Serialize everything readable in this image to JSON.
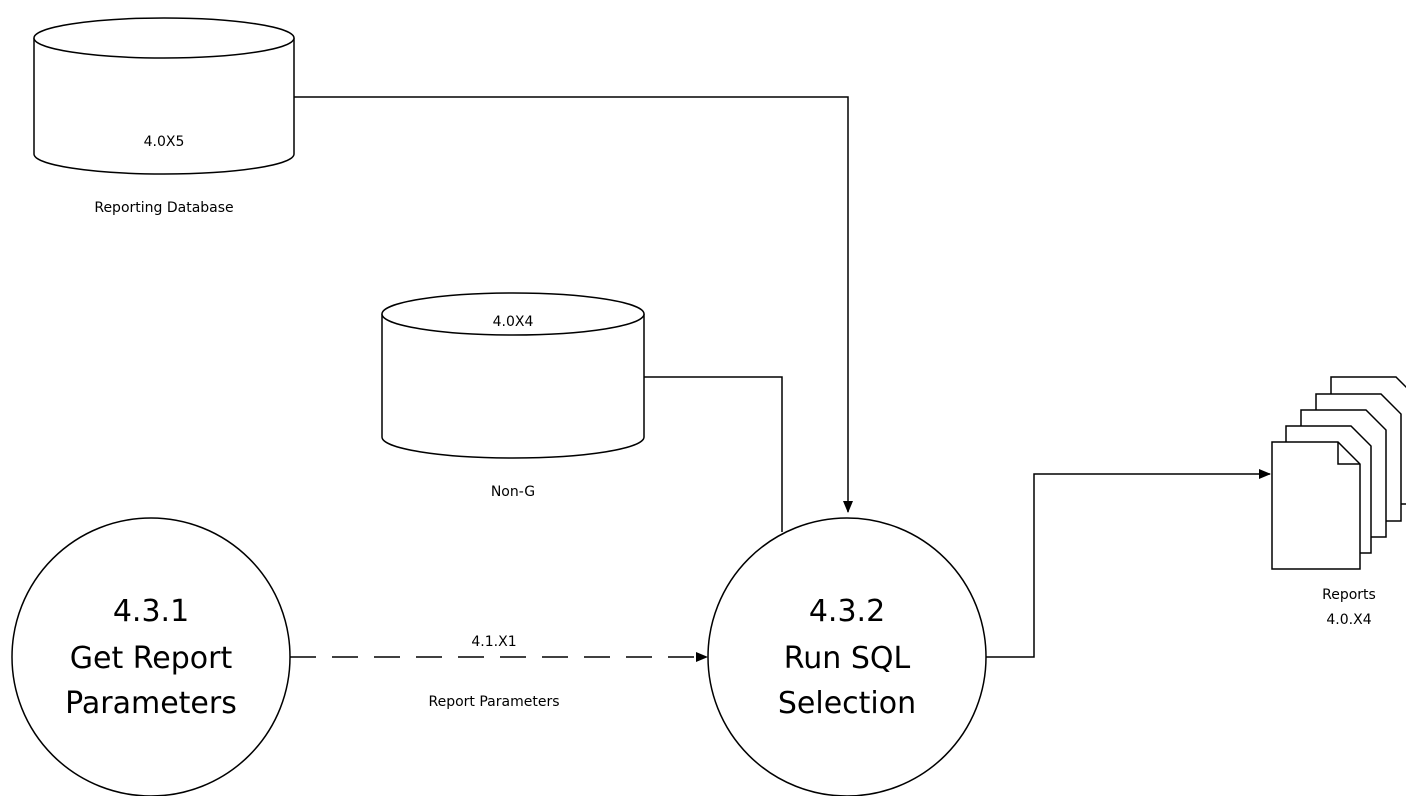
{
  "stores": {
    "reporting_db": {
      "id": "4.0X5",
      "name": "Reporting Database"
    },
    "non_g": {
      "id": "4.0X4",
      "name": "Non-G"
    }
  },
  "processes": {
    "get_report_parameters": {
      "number": "4.3.1",
      "line1": "Get Report",
      "line2": "Parameters"
    },
    "run_sql_selection": {
      "number": "4.3.2",
      "line1": "Run SQL",
      "line2": "Selection"
    }
  },
  "flows": {
    "report_parameters": {
      "id": "4.1.X1",
      "label": "Report Parameters"
    }
  },
  "outputs": {
    "reports": {
      "name": "Reports",
      "id": "4.0.X4"
    }
  }
}
